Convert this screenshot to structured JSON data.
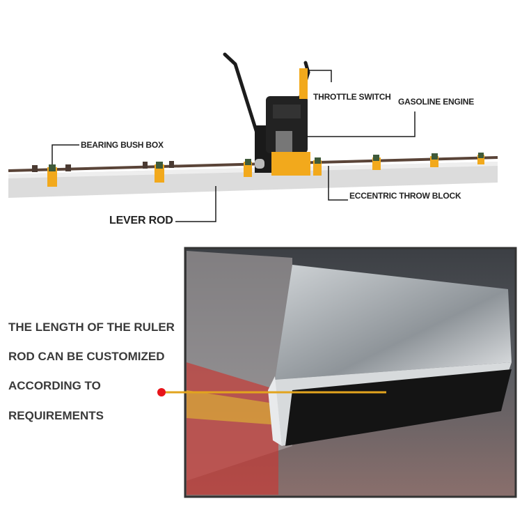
{
  "callouts": {
    "throttle_switch": "THROTTLE SWITCH",
    "gasoline_engine": "GASOLINE ENGINE",
    "bearing_bush_box": "BEARING BUSH BOX",
    "eccentric_throw_block": "ECCENTRIC THROW BLOCK",
    "lever_rod": "LEVER ROD"
  },
  "description_lines": [
    "THE LENGTH OF THE RULER",
    "ROD CAN BE CUSTOMIZED",
    "ACCORDING TO",
    "REQUIREMENTS"
  ],
  "colors": {
    "accent_yellow": "#f2a91c",
    "pointer_red": "#e8141a",
    "pointer_line": "#e2a41e"
  }
}
